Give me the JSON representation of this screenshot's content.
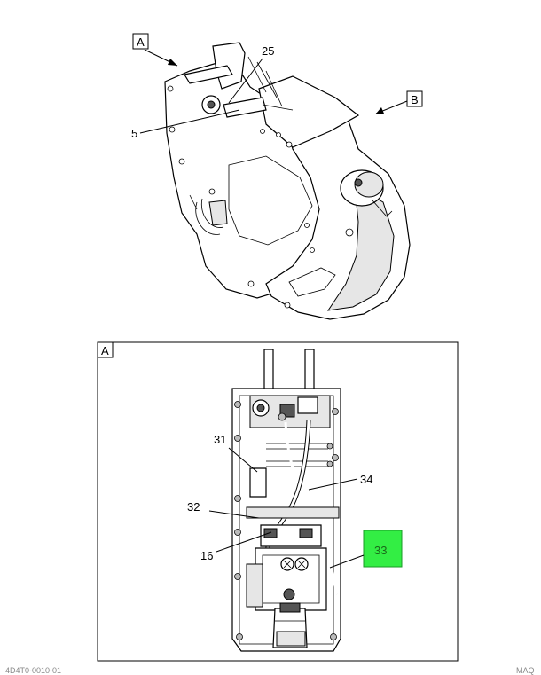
{
  "view_a_label": "A",
  "view_b_label": "B",
  "inset_label": "A",
  "callouts": {
    "c25": "25",
    "c5": "5",
    "c31": "31",
    "c34": "34",
    "c32": "32",
    "c16": "16",
    "c33": "33"
  },
  "highlighted_callout": "33",
  "footer_left": "4D4T0-0010-01",
  "footer_right": "MAQ"
}
